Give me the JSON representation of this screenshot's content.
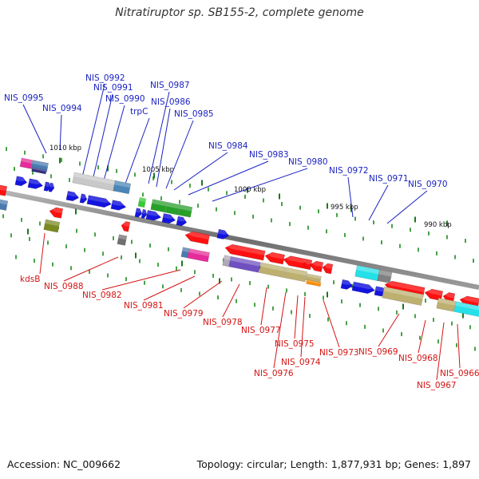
{
  "title": "Nitratiruptor sp. SB155-2, complete genome",
  "footer": {
    "accession": "Accession: NC_009662",
    "topology": "Topology: circular; Length: 1,877,931 bp; Genes: 1,897"
  },
  "colors": {
    "forward_labels": "#1a22c0",
    "reverse_labels": "#d41414",
    "backbone": "#808080"
  },
  "scale_labels": [
    "1010 kbp",
    "1005 kbp",
    "1000 kbp",
    "995 kbp",
    "990 kbp"
  ],
  "forward_genes": [
    "NIS_0995",
    "NIS_0994",
    "NIS_0992",
    "NIS_0991",
    "NIS_0990",
    "trpC",
    "NIS_0987",
    "NIS_0986",
    "NIS_0985",
    "NIS_0984",
    "NIS_0983",
    "NIS_0980",
    "NIS_0972",
    "NIS_0971",
    "NIS_0970"
  ],
  "reverse_genes": [
    "kdsB",
    "NIS_0988",
    "NIS_0982",
    "NIS_0981",
    "NIS_0979",
    "NIS_0978",
    "NIS_0977",
    "NIS_0976",
    "NIS_0975",
    "NIS_0974",
    "NIS_0973",
    "NIS_0969",
    "NIS_0968",
    "NIS_0967",
    "NIS_0966"
  ]
}
